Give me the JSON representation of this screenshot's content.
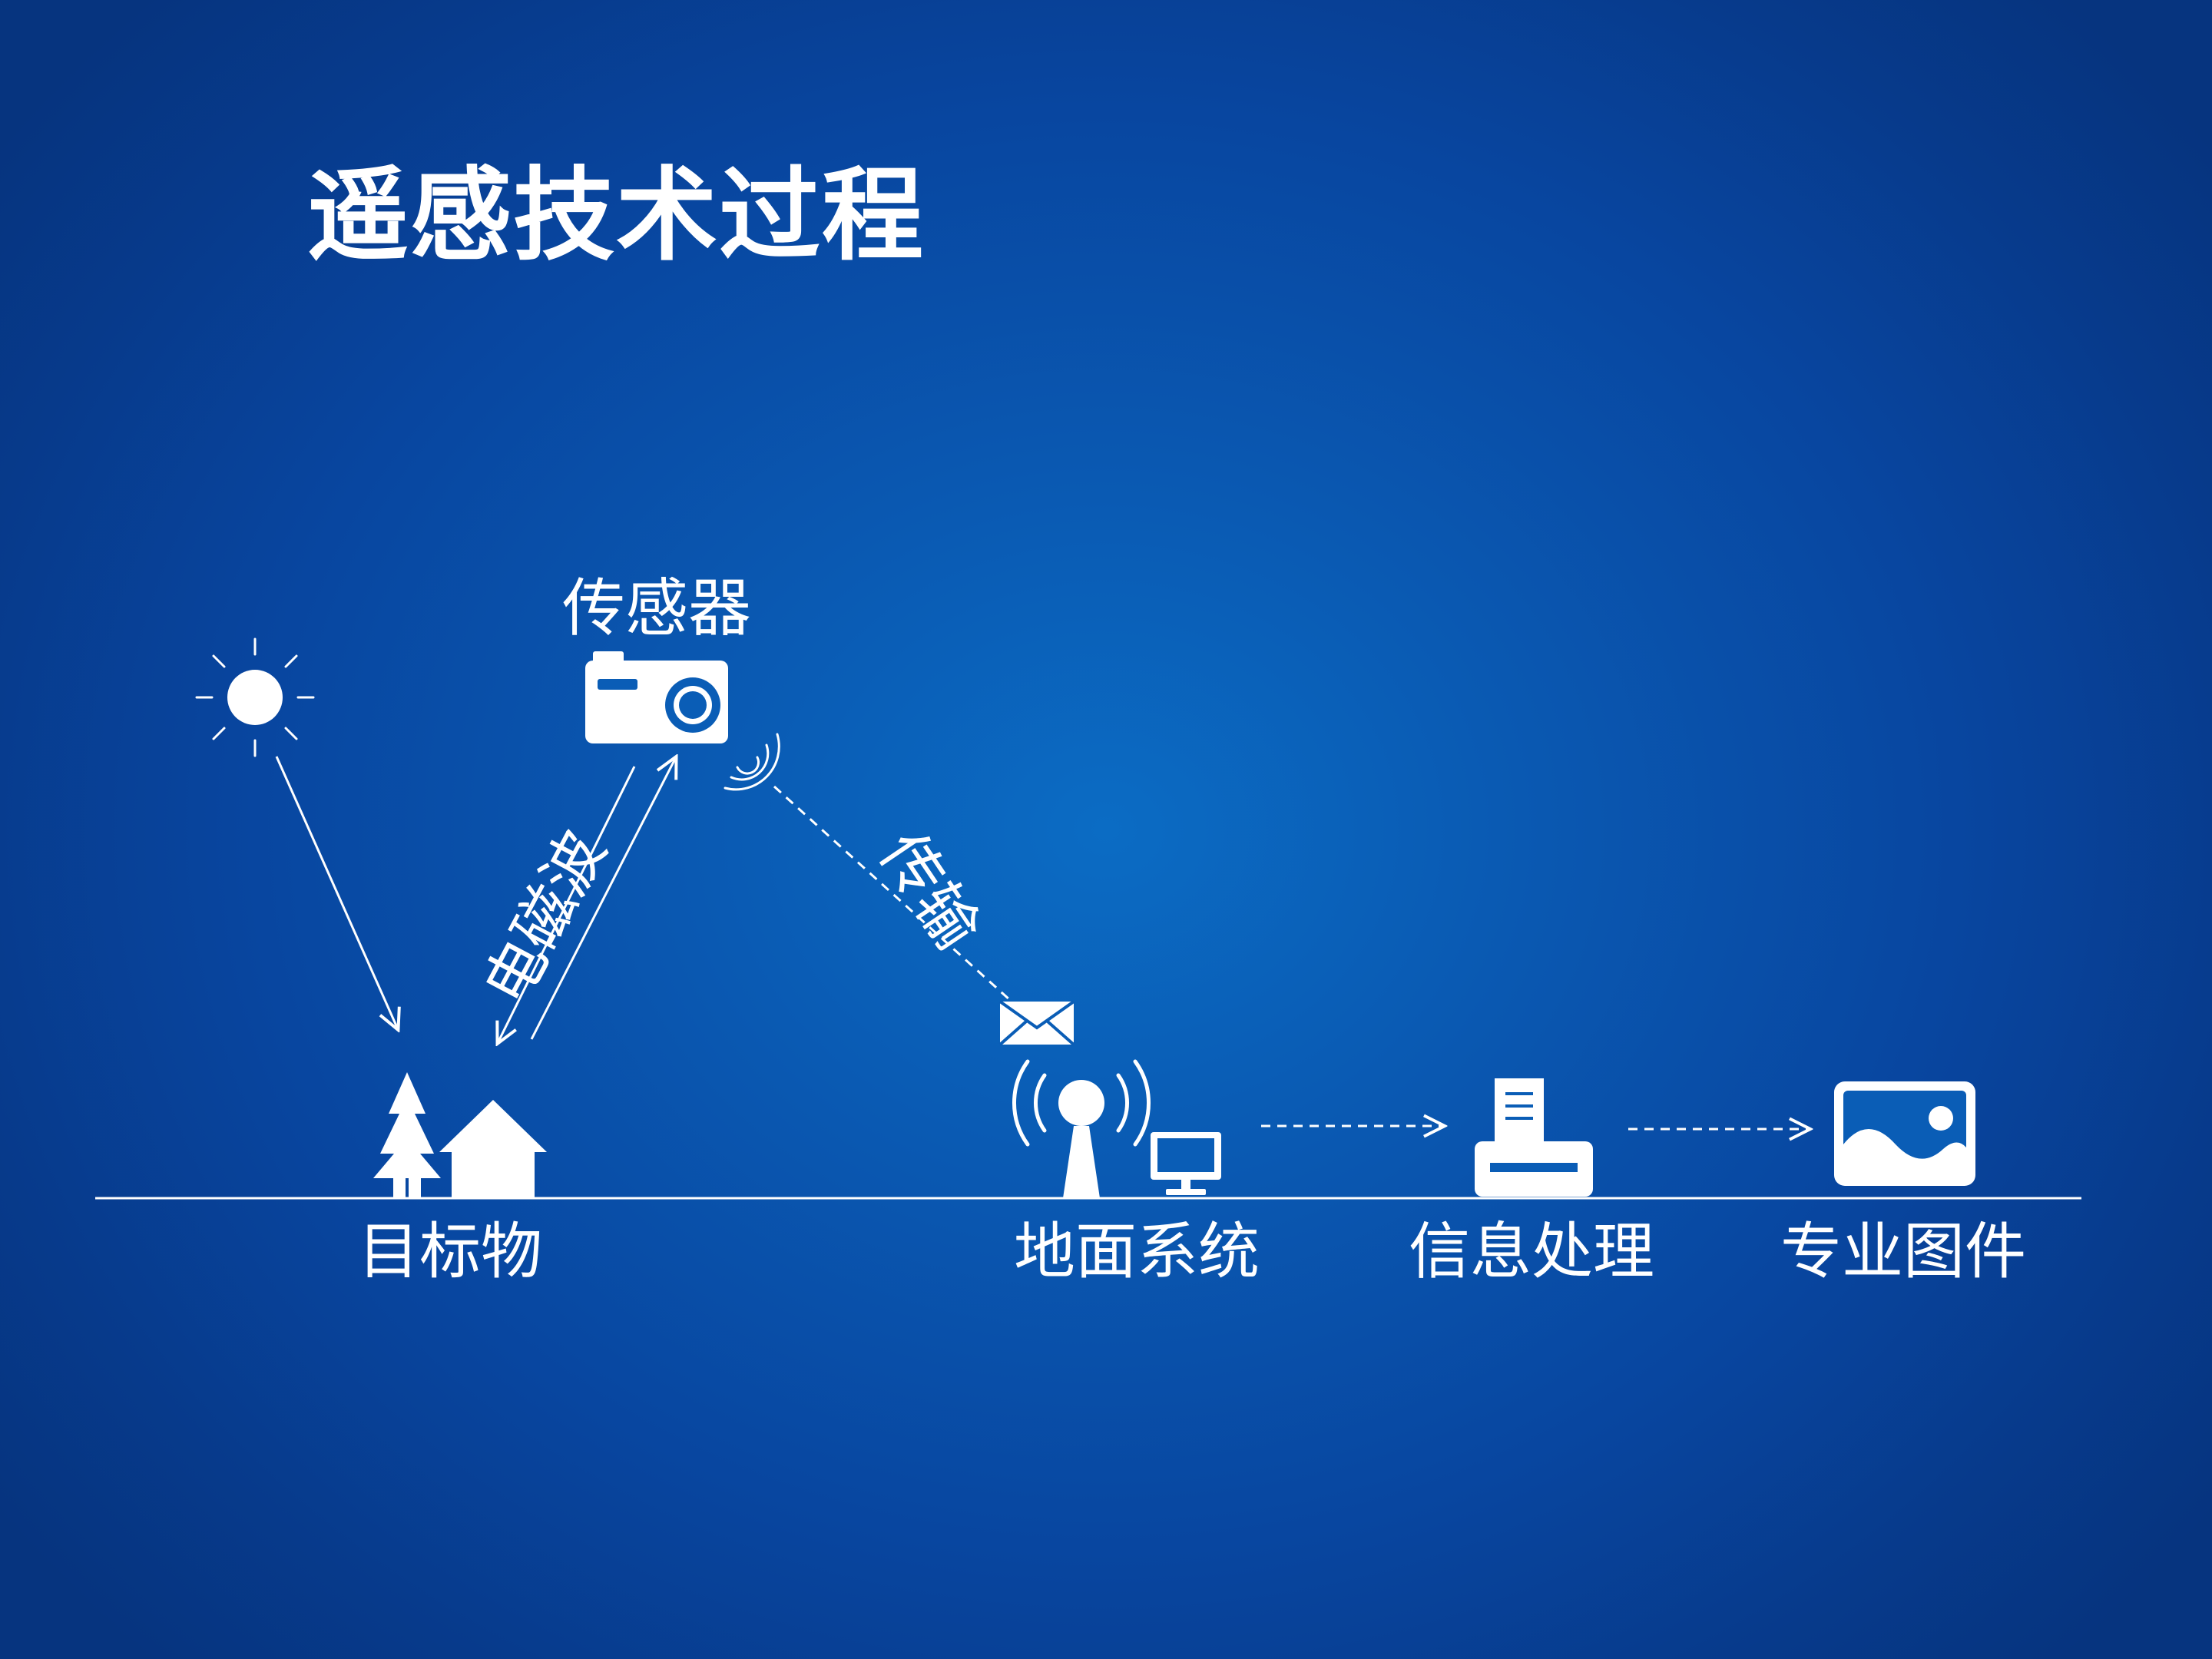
{
  "slide": {
    "title": "遥感技术过程",
    "background_inner": "#0b6cc4",
    "background_outer": "#06347f",
    "foreground": "#ffffff"
  },
  "nodes": {
    "target": {
      "label": "目标物",
      "icons": [
        "sun-icon",
        "tree-icon",
        "house-icon"
      ]
    },
    "sensor": {
      "label": "传感器",
      "icons": [
        "camera-icon",
        "signal-waves-icon"
      ]
    },
    "ground": {
      "label": "地面系统",
      "icons": [
        "antenna-icon",
        "monitor-icon"
      ]
    },
    "info": {
      "label": "信息处理",
      "icons": [
        "printer-icon"
      ]
    },
    "image": {
      "label": "专业图件",
      "icons": [
        "image-icon"
      ]
    }
  },
  "edges": {
    "em_wave": {
      "label": "电磁波"
    },
    "transmission": {
      "label": "传输",
      "icons": [
        "envelope-icon"
      ]
    }
  }
}
